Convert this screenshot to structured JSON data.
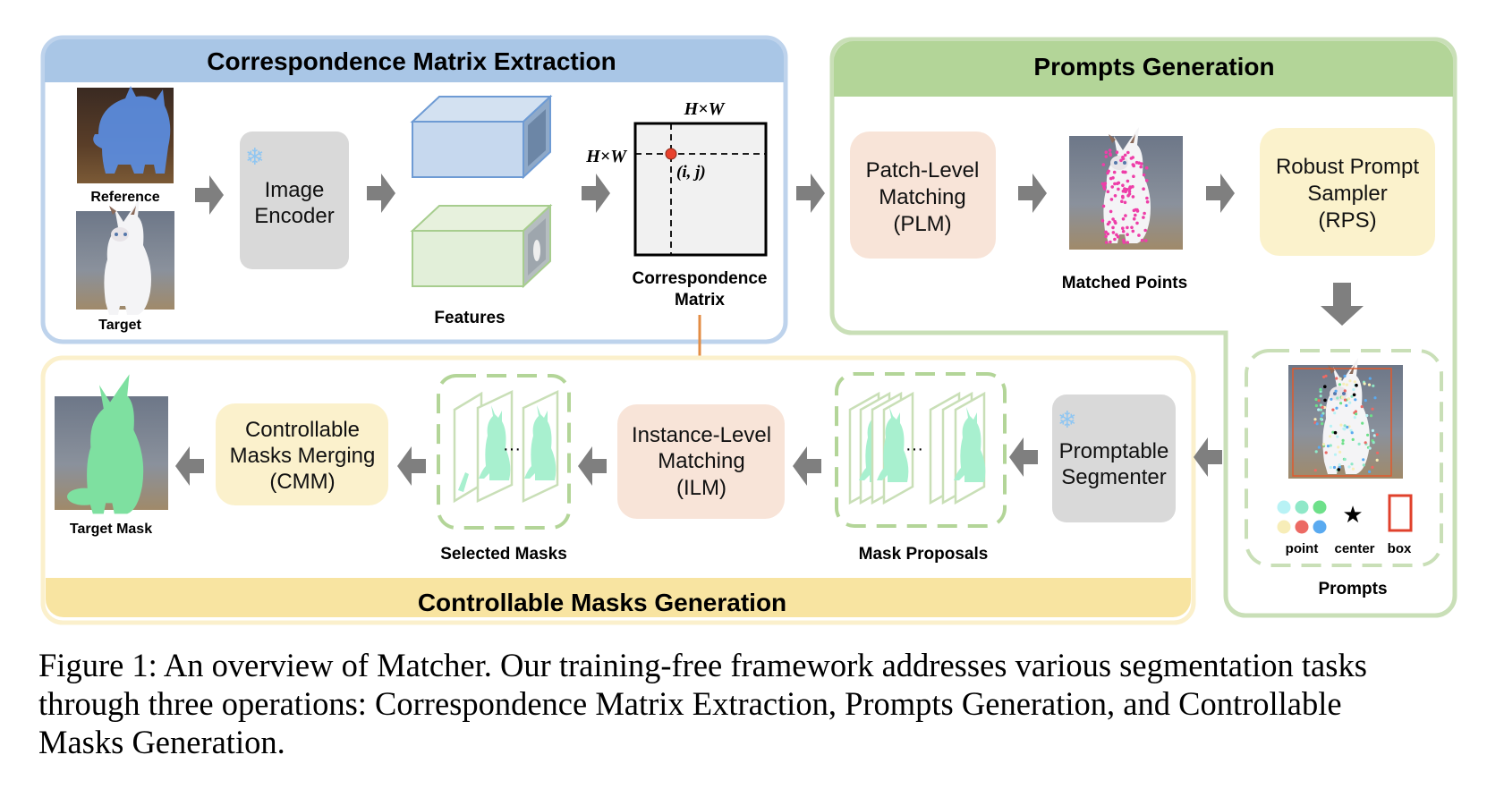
{
  "sections": {
    "correspondence": {
      "title": "Correspondence Matrix Extraction",
      "reference_label": "Reference",
      "target_label": "Target",
      "encoder_line1": "Image",
      "encoder_line2": "Encoder",
      "features_label": "Features",
      "matrix_dim_top": "H×W",
      "matrix_dim_left": "H×W",
      "matrix_point_label": "(i, j)",
      "matrix_label_line1": "Correspondence",
      "matrix_label_line2": "Matrix"
    },
    "prompts_generation": {
      "title": "Prompts Generation",
      "plm_line1": "Patch-Level",
      "plm_line2": "Matching",
      "plm_line3": "(PLM)",
      "matched_points_label": "Matched Points",
      "rps_line1": "Robust Prompt",
      "rps_line2": "Sampler",
      "rps_line3": "(RPS)",
      "prompts_label": "Prompts",
      "legend": {
        "point": "point",
        "center": "center",
        "box": "box"
      },
      "point_colors": [
        "#b8f2f5",
        "#8fe8c8",
        "#6ee08a",
        "#f7edb8",
        "#ec6a64",
        "#5aaaf0"
      ]
    },
    "masks_generation": {
      "title": "Controllable Masks Generation",
      "segmenter_line1": "Promptable",
      "segmenter_line2": "Segmenter",
      "mask_proposals_label": "Mask Proposals",
      "ilm_line1": "Instance-Level",
      "ilm_line2": "Matching",
      "ilm_line3": "(ILM)",
      "selected_masks_label": "Selected Masks",
      "cmm_line1": "Controllable",
      "cmm_line2": "Masks Merging",
      "cmm_line3": "(CMM)",
      "target_mask_label": "Target Mask",
      "ellipsis": "···"
    }
  },
  "colors": {
    "blue_header": "#a9c6e6",
    "blue_border": "#bed3ec",
    "green_header": "#b3d598",
    "green_border": "#c9dfb7",
    "yellow_header": "#f8e4a1",
    "yellow_border": "#fbf0cc",
    "plm_fill": "#f8e4d8",
    "rps_fill": "#fbf2cc",
    "cmm_fill": "#fbf1cc",
    "ilm_fill": "#f8e4d8",
    "encoder_fill": "#d9d9d9",
    "arrow_gray": "#7f7f7f",
    "arrow_orange": "#e38d45",
    "mask_green": "#a8f0cf",
    "matched_dot": "#ee3ea8"
  },
  "caption": {
    "line1": "Figure 1: An overview of Matcher. Our training-free framework addresses various segmentation tasks",
    "line2": "through three operations: Correspondence Matrix Extraction, Prompts Generation, and Controllable",
    "line3": "Masks Generation."
  }
}
